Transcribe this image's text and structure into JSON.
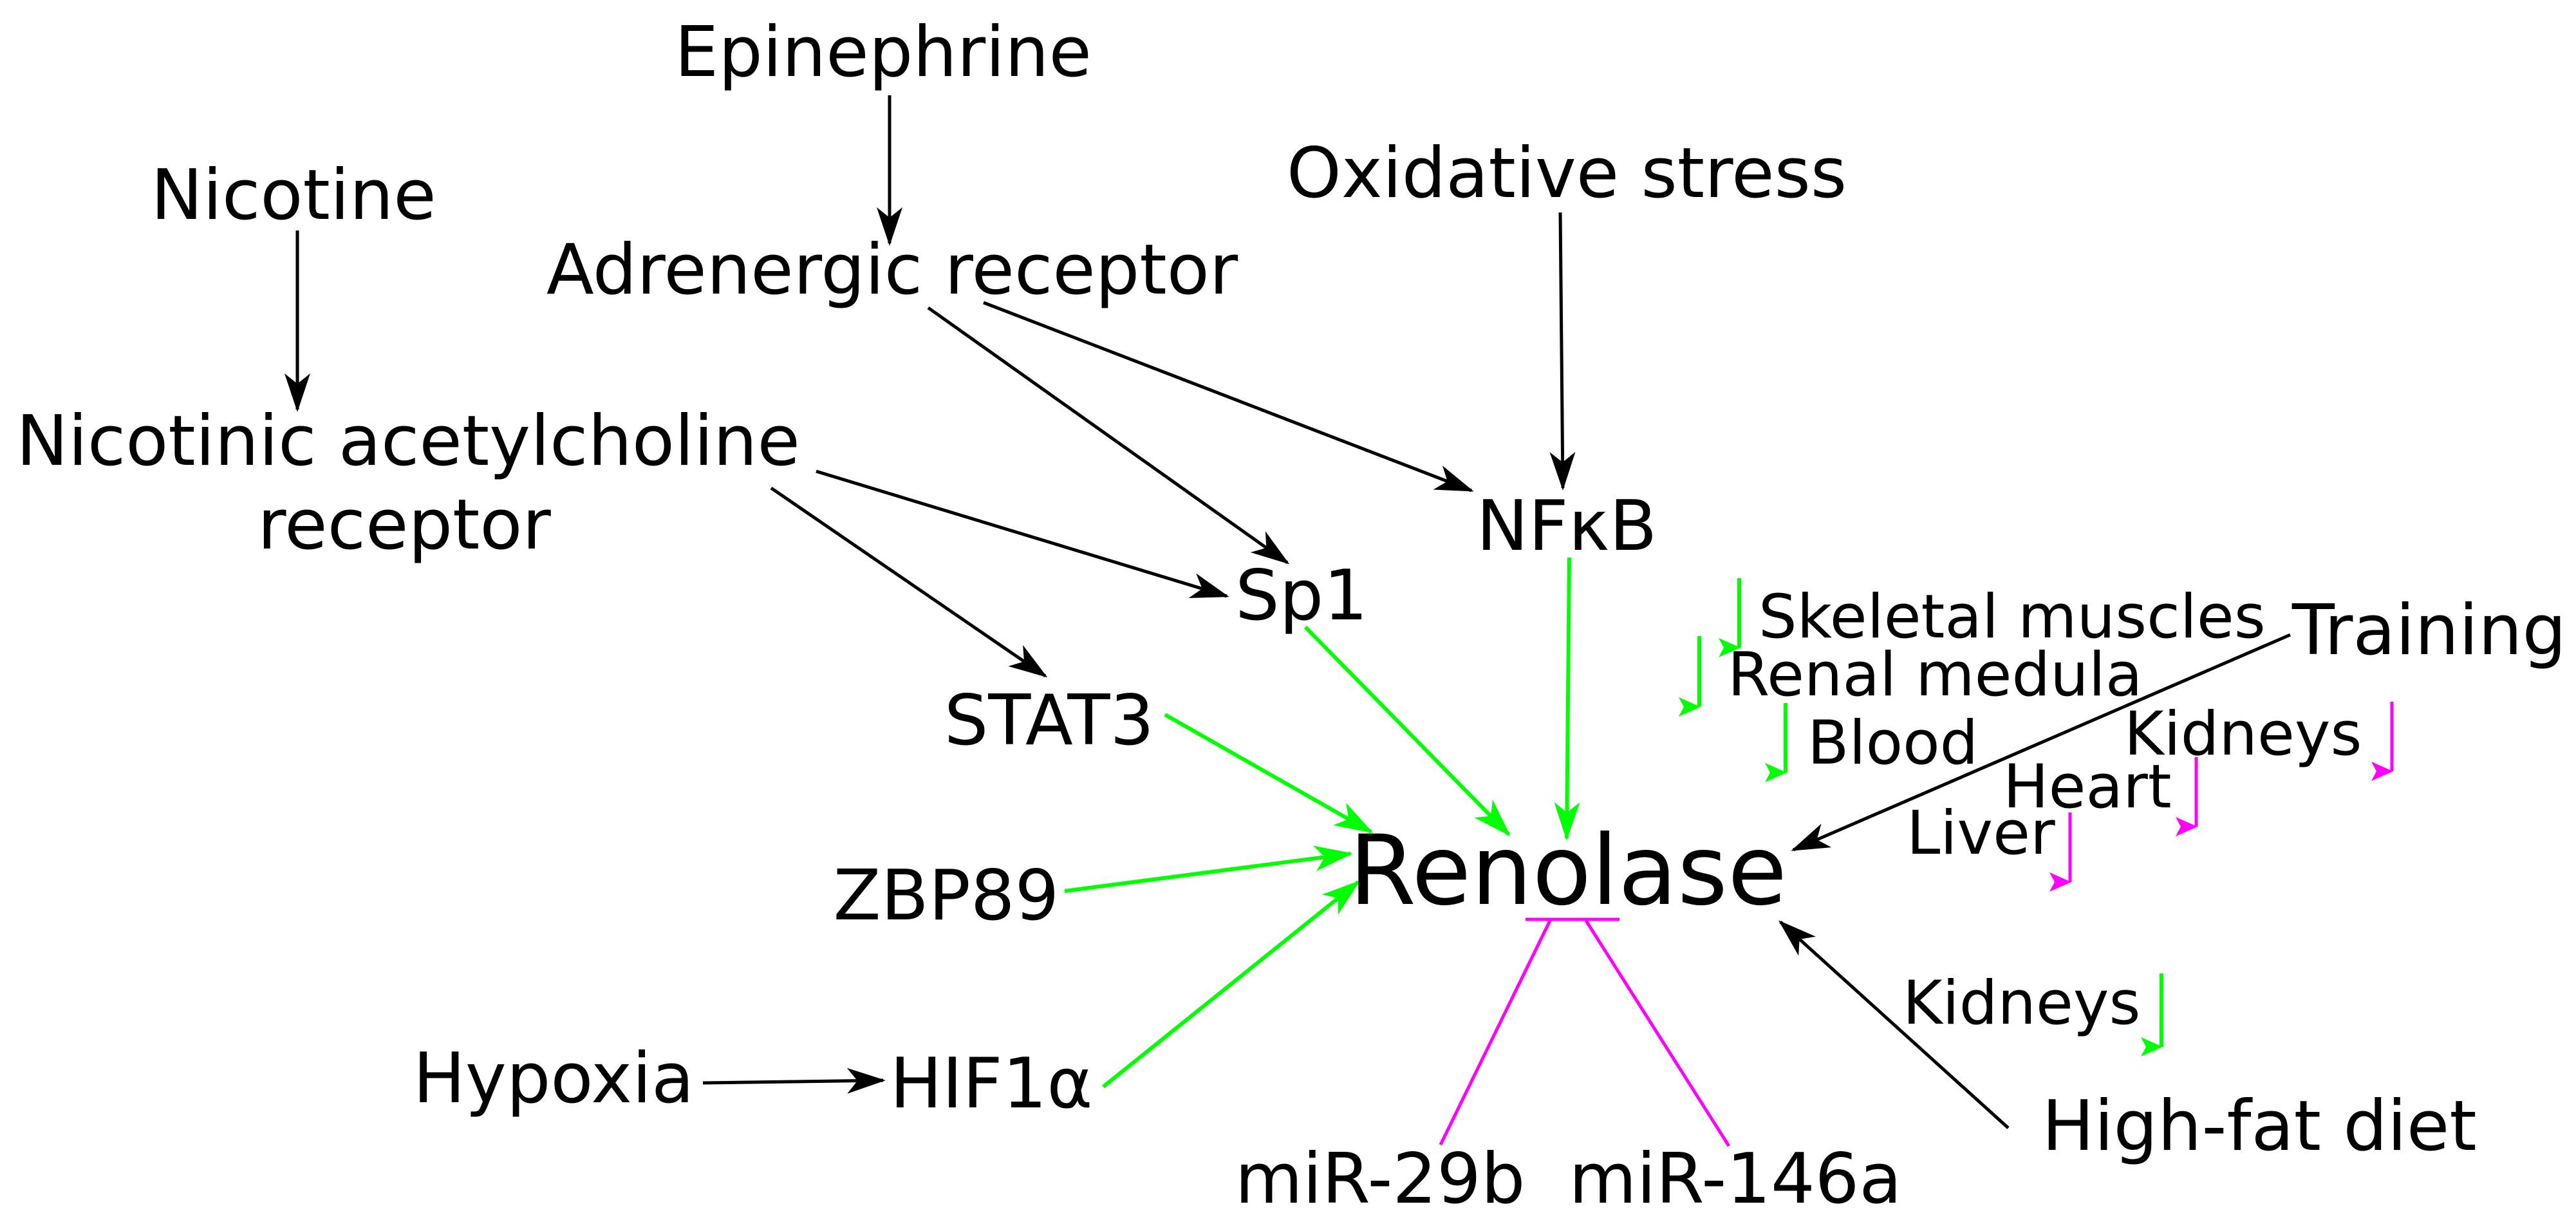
{
  "nodes": {
    "epinephrine": "Epinephrine",
    "nicotine": "Nicotine",
    "adrenergic_receptor": "Adrenergic receptor",
    "oxidative_stress": "Oxidative stress",
    "nicotinic_receptor_line1": "Nicotinic acetylcholine",
    "nicotinic_receptor_line2": "receptor",
    "nfkb": "NFκB",
    "sp1": "Sp1",
    "stat3": "STAT3",
    "zbp89": "ZBP89",
    "hypoxia": "Hypoxia",
    "hif1a": "HIF1α",
    "renolase": "Renolase",
    "mir29b": "miR-29b",
    "mir146a": "miR-146a",
    "training": "Training",
    "high_fat_diet": "High-fat diet"
  },
  "training_effects": [
    {
      "label": "Skeletal muscles",
      "direction": "up"
    },
    {
      "label": "Renal medula",
      "direction": "up"
    },
    {
      "label": "Blood",
      "direction": "up"
    },
    {
      "label": "Kidneys",
      "direction": "down"
    },
    {
      "label": "Heart",
      "direction": "down"
    },
    {
      "label": "Liver",
      "direction": "down"
    }
  ],
  "diet_effects": [
    {
      "label": "Kidneys",
      "direction": "up"
    }
  ],
  "colors": {
    "activation": "#000000",
    "upregulation": "#00ff00",
    "inhibition": "#ff00ff"
  }
}
